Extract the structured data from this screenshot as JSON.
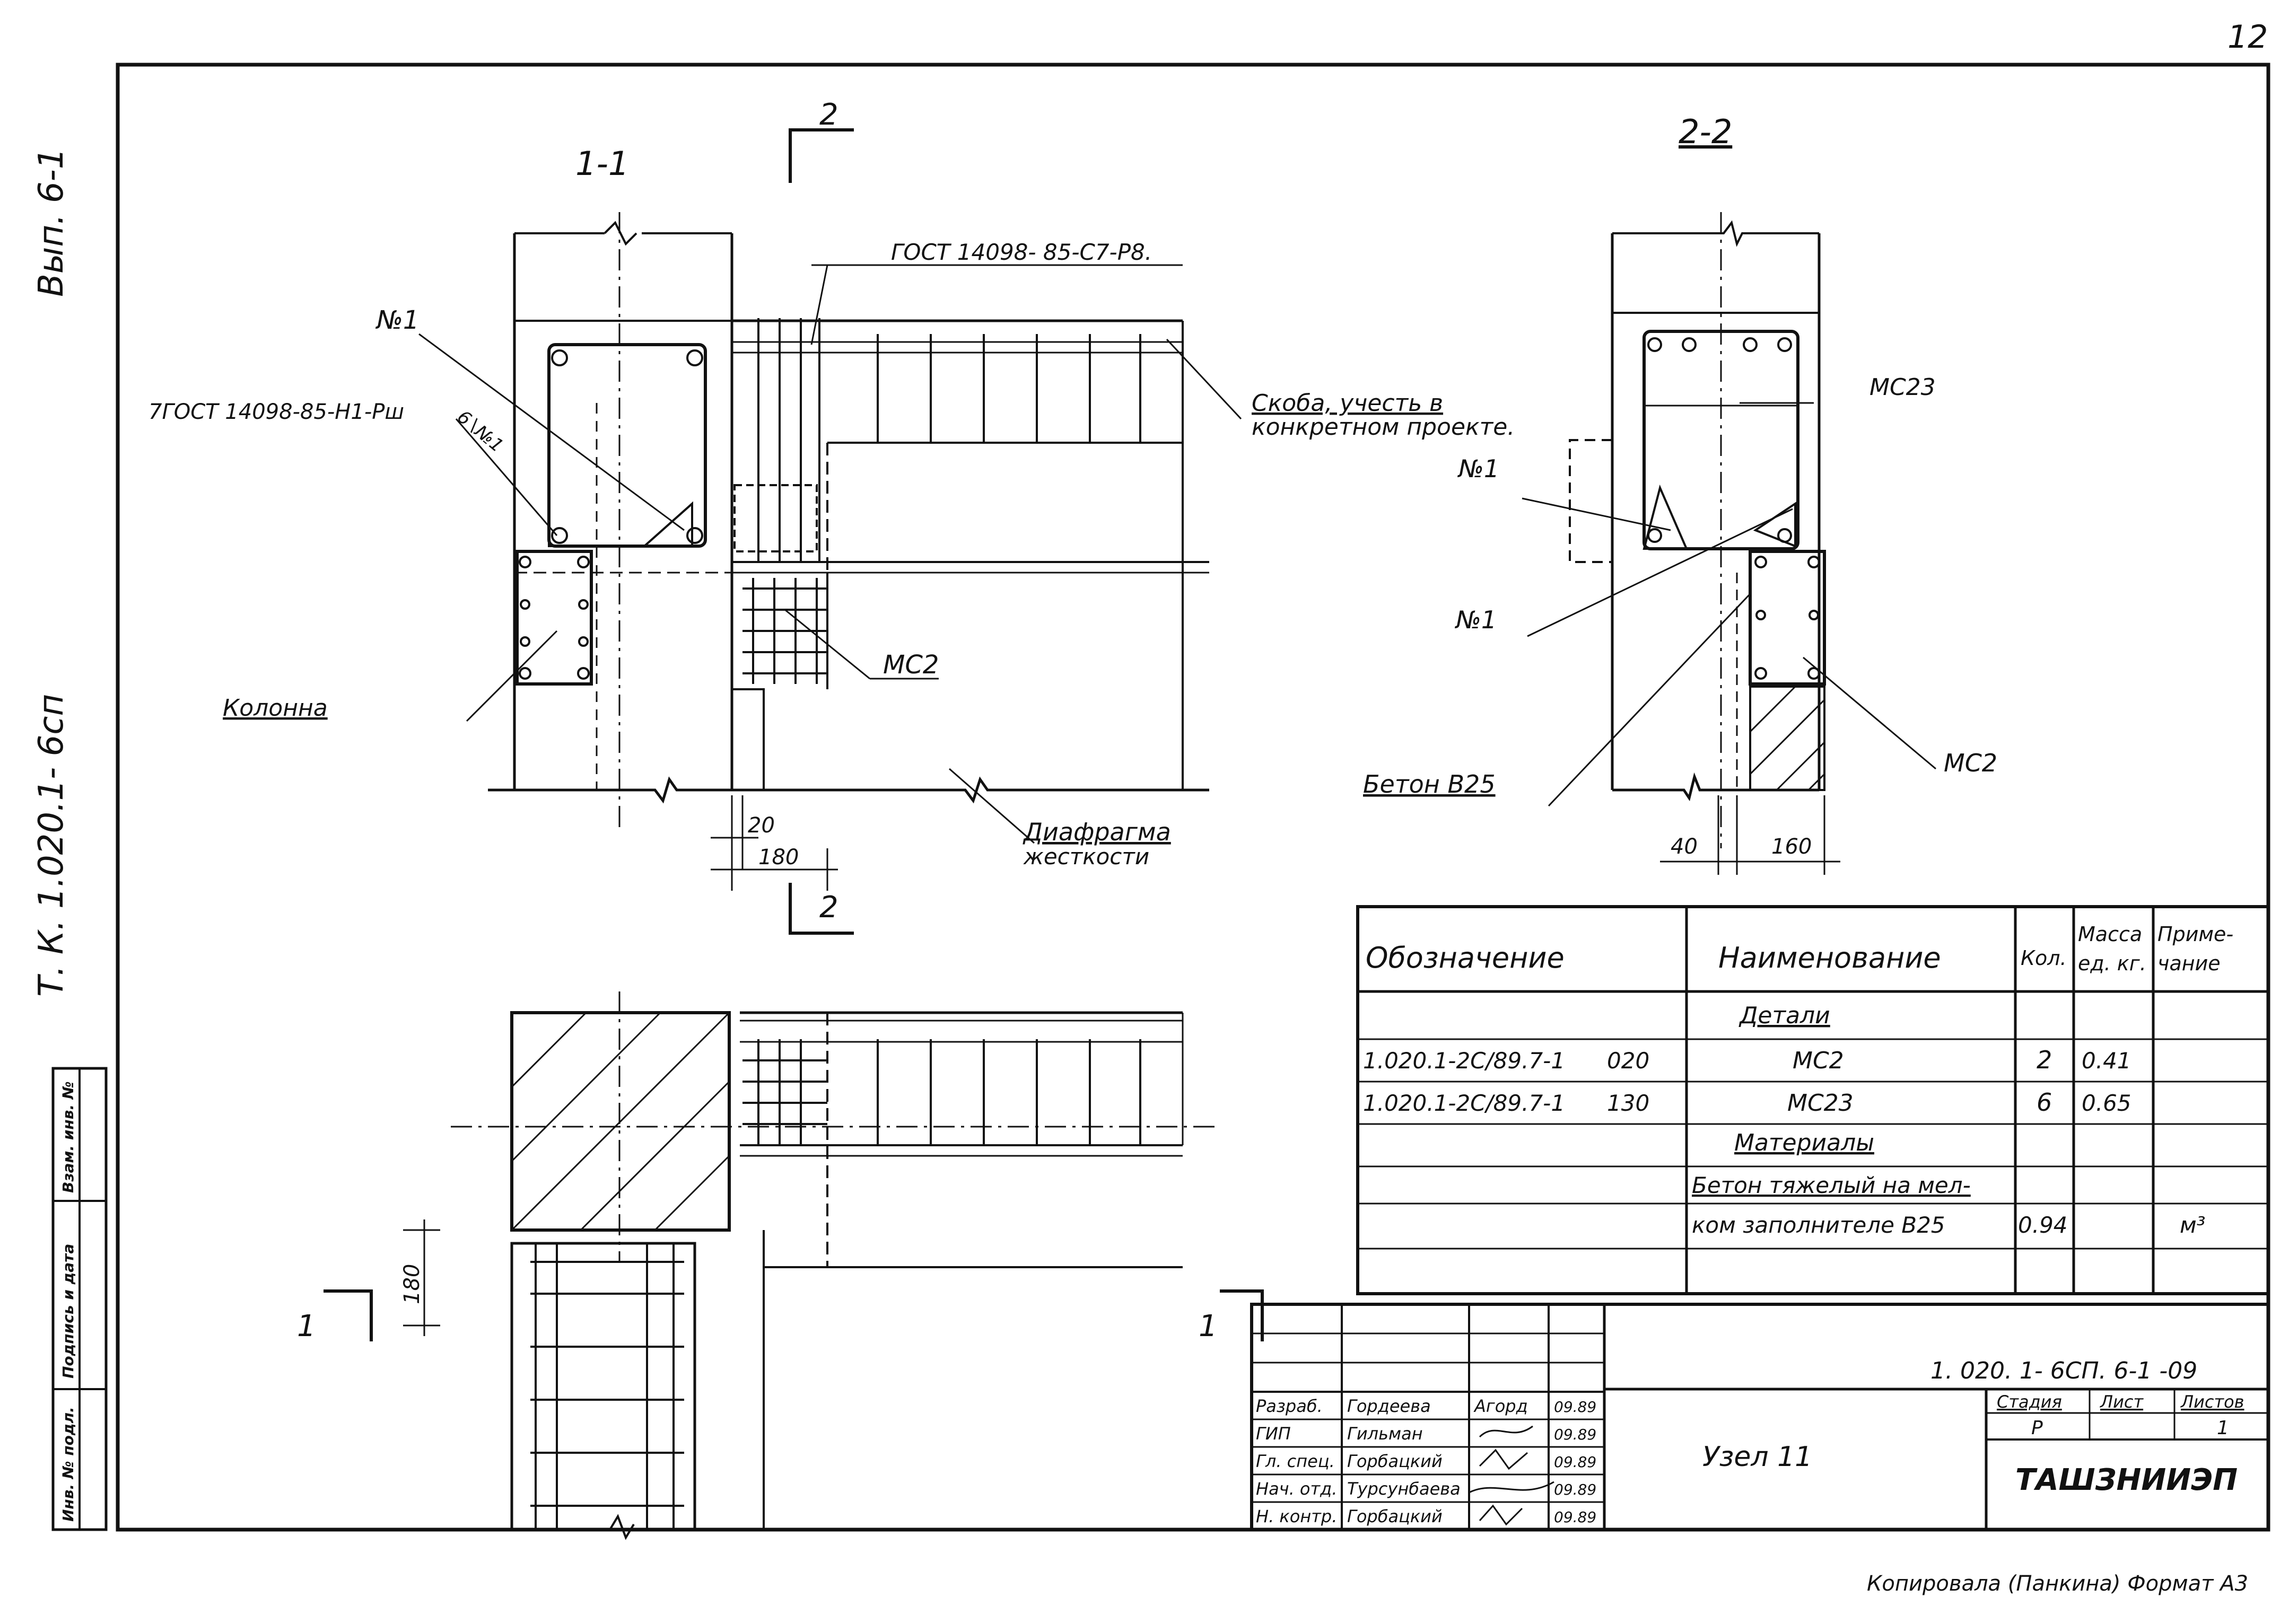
{
  "sheet": {
    "page_number": "12",
    "issue": "Вып. 6-1",
    "series": "Т. К. 1.020.1- 6сп",
    "footer": "Копировала (Панкина) Формат А3"
  },
  "left_strip": {
    "inv_orig": "Инв. № подл.",
    "sign_date": "Подпись и дата",
    "inv_dup": "Взам. инв. №"
  },
  "sections": {
    "s11": {
      "title": "1-1",
      "cut_mark": "2",
      "gost_bar": "ГОСТ 14098- 85-С7-Р8.",
      "gost_weld": "7ГОСТ 14098-85-Н1-Рш",
      "weld_size": "6∖№1",
      "part_no1": "№1",
      "skoba": "Скоба, учесть в",
      "skoba2": "конкретном проекте.",
      "kolonna": "Колонна",
      "mc2": "МС2",
      "diafragma": "Диафрагма",
      "diafragma2": "жесткости",
      "dim20": "20",
      "dim180": "180"
    },
    "s22": {
      "title": "2-2",
      "mc23": "МС23",
      "no1a": "№1",
      "no1b": "№1",
      "mc2": "МС2",
      "beton": "Бетон В25",
      "dim40": "40",
      "dim160": "160"
    },
    "plan": {
      "dim180": "180",
      "cut_left": "1",
      "cut_right": "1"
    }
  },
  "spec_table": {
    "headers": {
      "oboznachenie": "Обозначение",
      "naimenovanie": "Наименование",
      "kol": "Кол.",
      "massa1": "Масса",
      "massa2": "ед. кг.",
      "prim1": "Приме-",
      "prim2": "чание"
    },
    "rows": [
      {
        "designation": "",
        "pos": "",
        "name": "Детали",
        "qty": "",
        "mass": "",
        "note": "",
        "section": true
      },
      {
        "designation": "1.020.1-2С/89.7-1",
        "pos": "020",
        "name": "МС2",
        "qty": "2",
        "mass": "0.41",
        "note": ""
      },
      {
        "designation": "1.020.1-2С/89.7-1",
        "pos": "130",
        "name": "МС23",
        "qty": "6",
        "mass": "0.65",
        "note": ""
      },
      {
        "designation": "",
        "pos": "",
        "name": "Материалы",
        "qty": "",
        "mass": "",
        "note": "",
        "section": true
      },
      {
        "designation": "",
        "pos": "",
        "name": "Бетон тяжелый на мел-",
        "qty": "",
        "mass": "",
        "note": ""
      },
      {
        "designation": "",
        "pos": "",
        "name": "ком заполнителе В25",
        "qty": "0.94",
        "mass": "",
        "note": "м³"
      }
    ]
  },
  "title_block": {
    "doc_code": "1. 020. 1- 6СП. 6-1 -09",
    "title": "Узел 11",
    "stage_label": "Стадия",
    "sheet_label": "Лист",
    "sheets_label": "Листов",
    "stage": "Р",
    "sheet_no": "",
    "sheets": "1",
    "org": "ТАШЗНИИЭП",
    "staff": [
      {
        "role": "Разраб.",
        "name": "Гордеева",
        "sig": "Агорд",
        "date": "09.89"
      },
      {
        "role": "ГИП",
        "name": "Гильман",
        "sig": "",
        "date": "09.89"
      },
      {
        "role": "Гл. спец.",
        "name": "Горбацкий",
        "sig": "",
        "date": "09.89"
      },
      {
        "role": "Нач. отд.",
        "name": "Турсунбаева",
        "sig": "",
        "date": "09.89"
      },
      {
        "role": "Н. контр.",
        "name": "Горбацкий",
        "sig": "",
        "date": "09.89"
      }
    ]
  }
}
